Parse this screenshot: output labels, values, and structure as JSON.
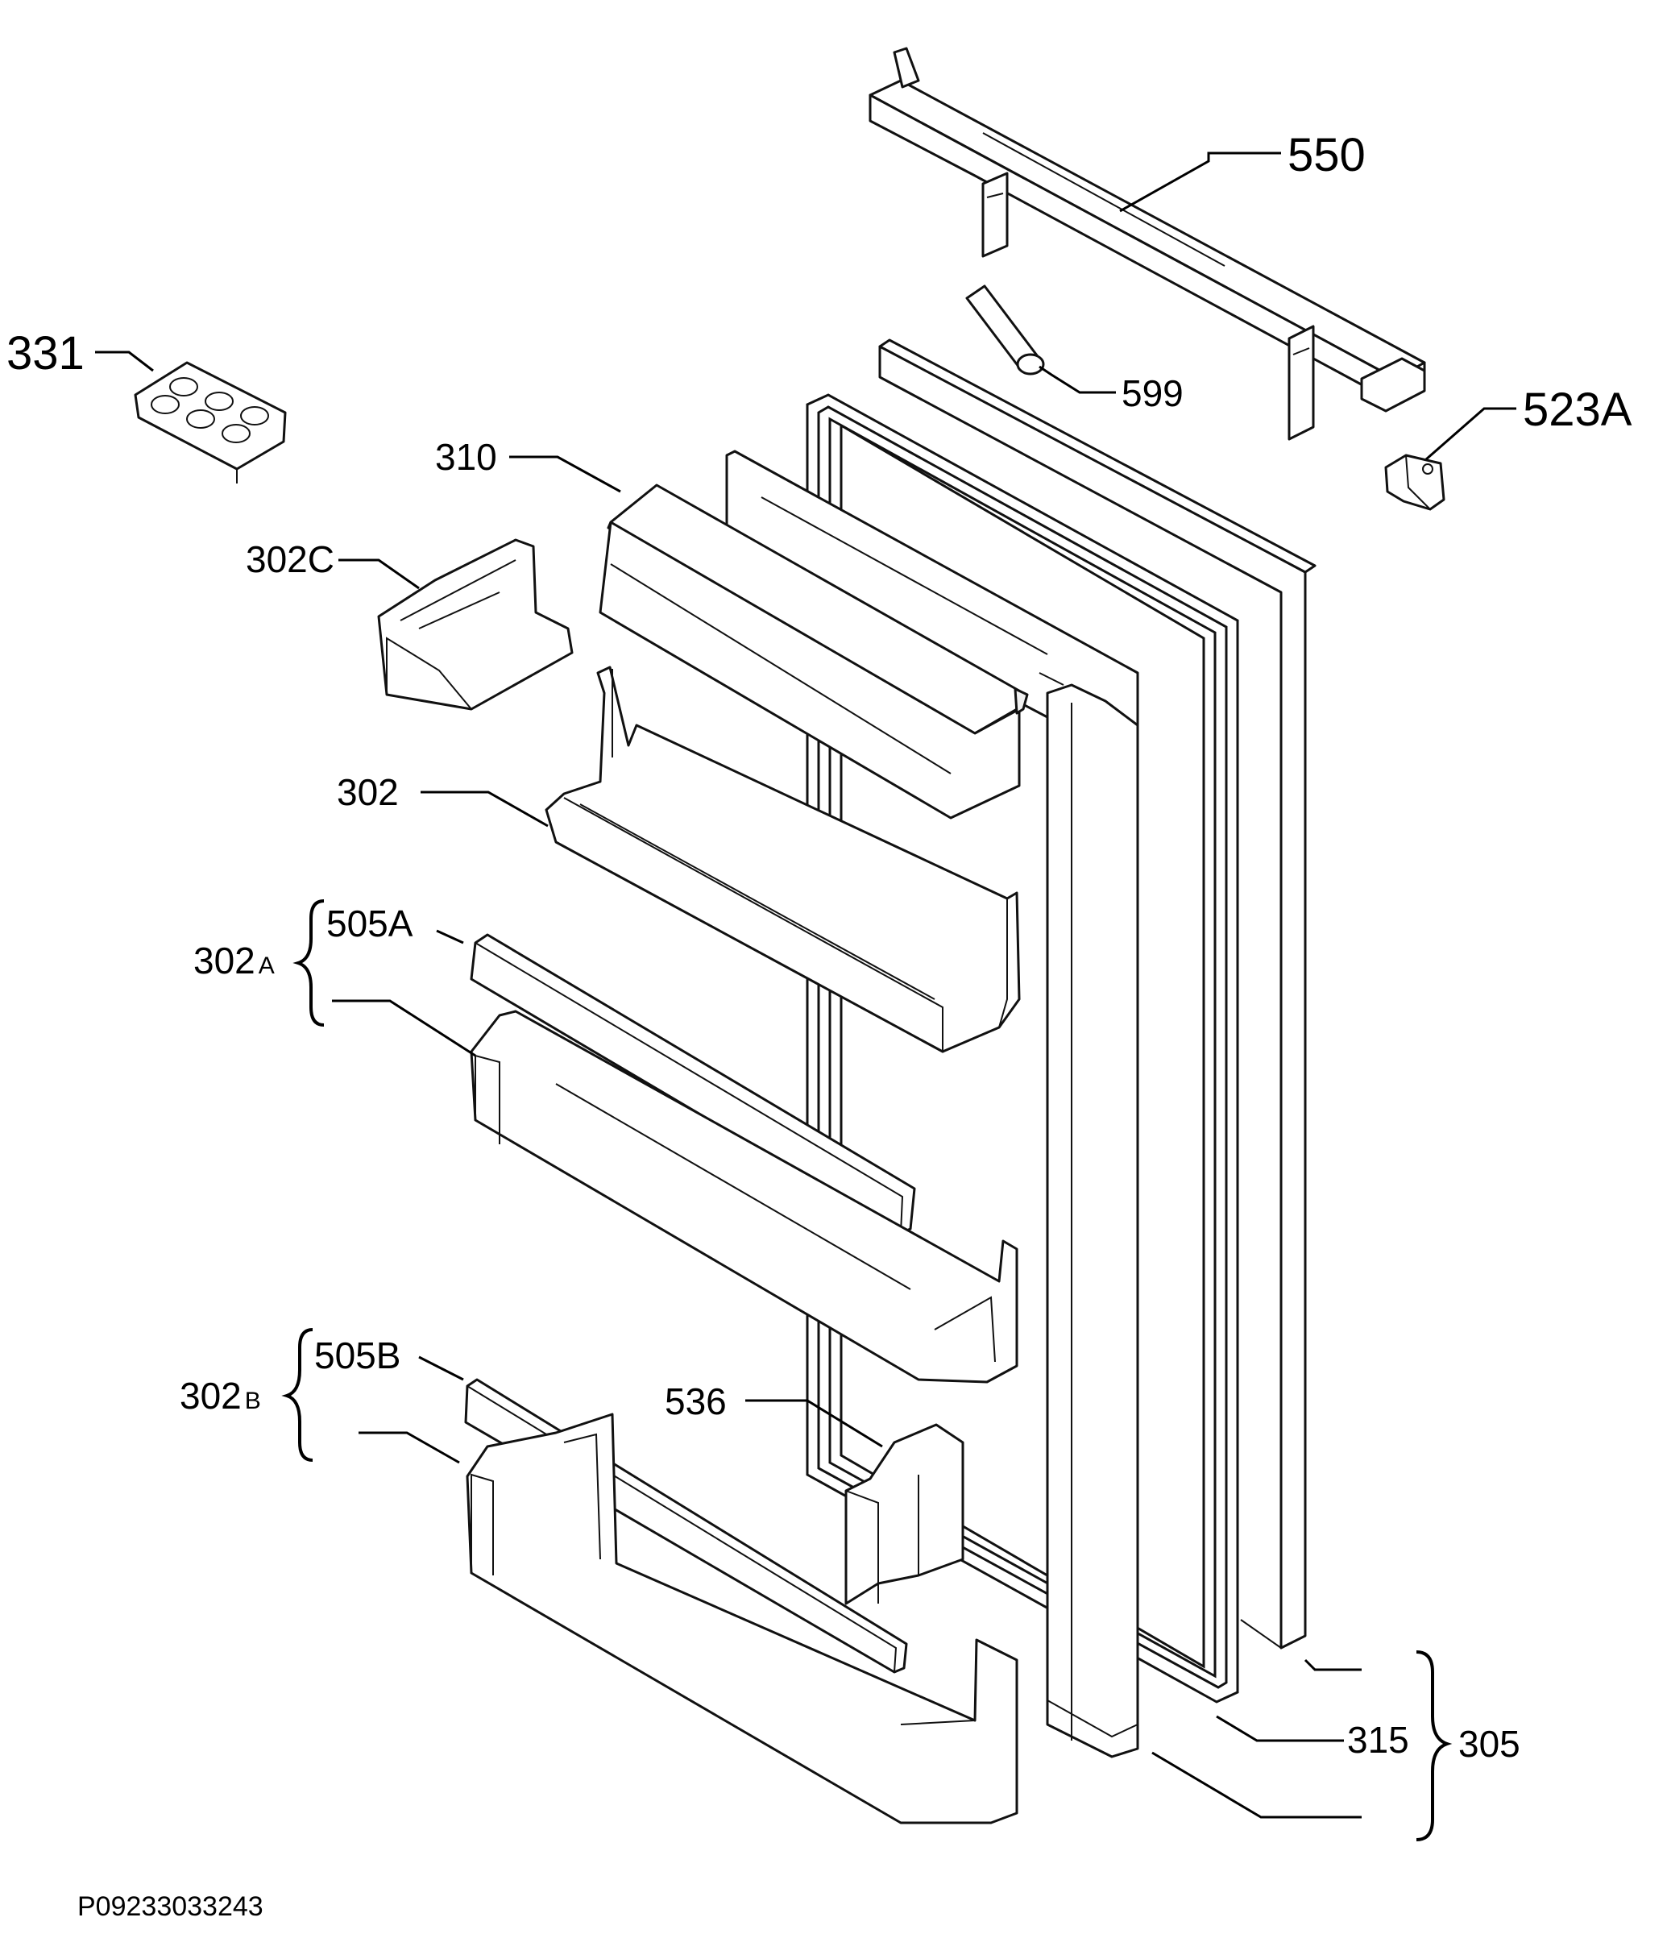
{
  "diagram": {
    "reference_code": "P09233033243",
    "parts": {
      "p550": "550",
      "p331": "331",
      "p599": "599",
      "p523A": "523A",
      "p310": "310",
      "p302C": "302C",
      "p302": "302",
      "p505A": "505A",
      "p302A_main": "302",
      "p302A_sub": "A",
      "p505B": "505B",
      "p302B_main": "302",
      "p302B_sub": "B",
      "p536": "536",
      "p315": "315",
      "p305": "305"
    }
  }
}
